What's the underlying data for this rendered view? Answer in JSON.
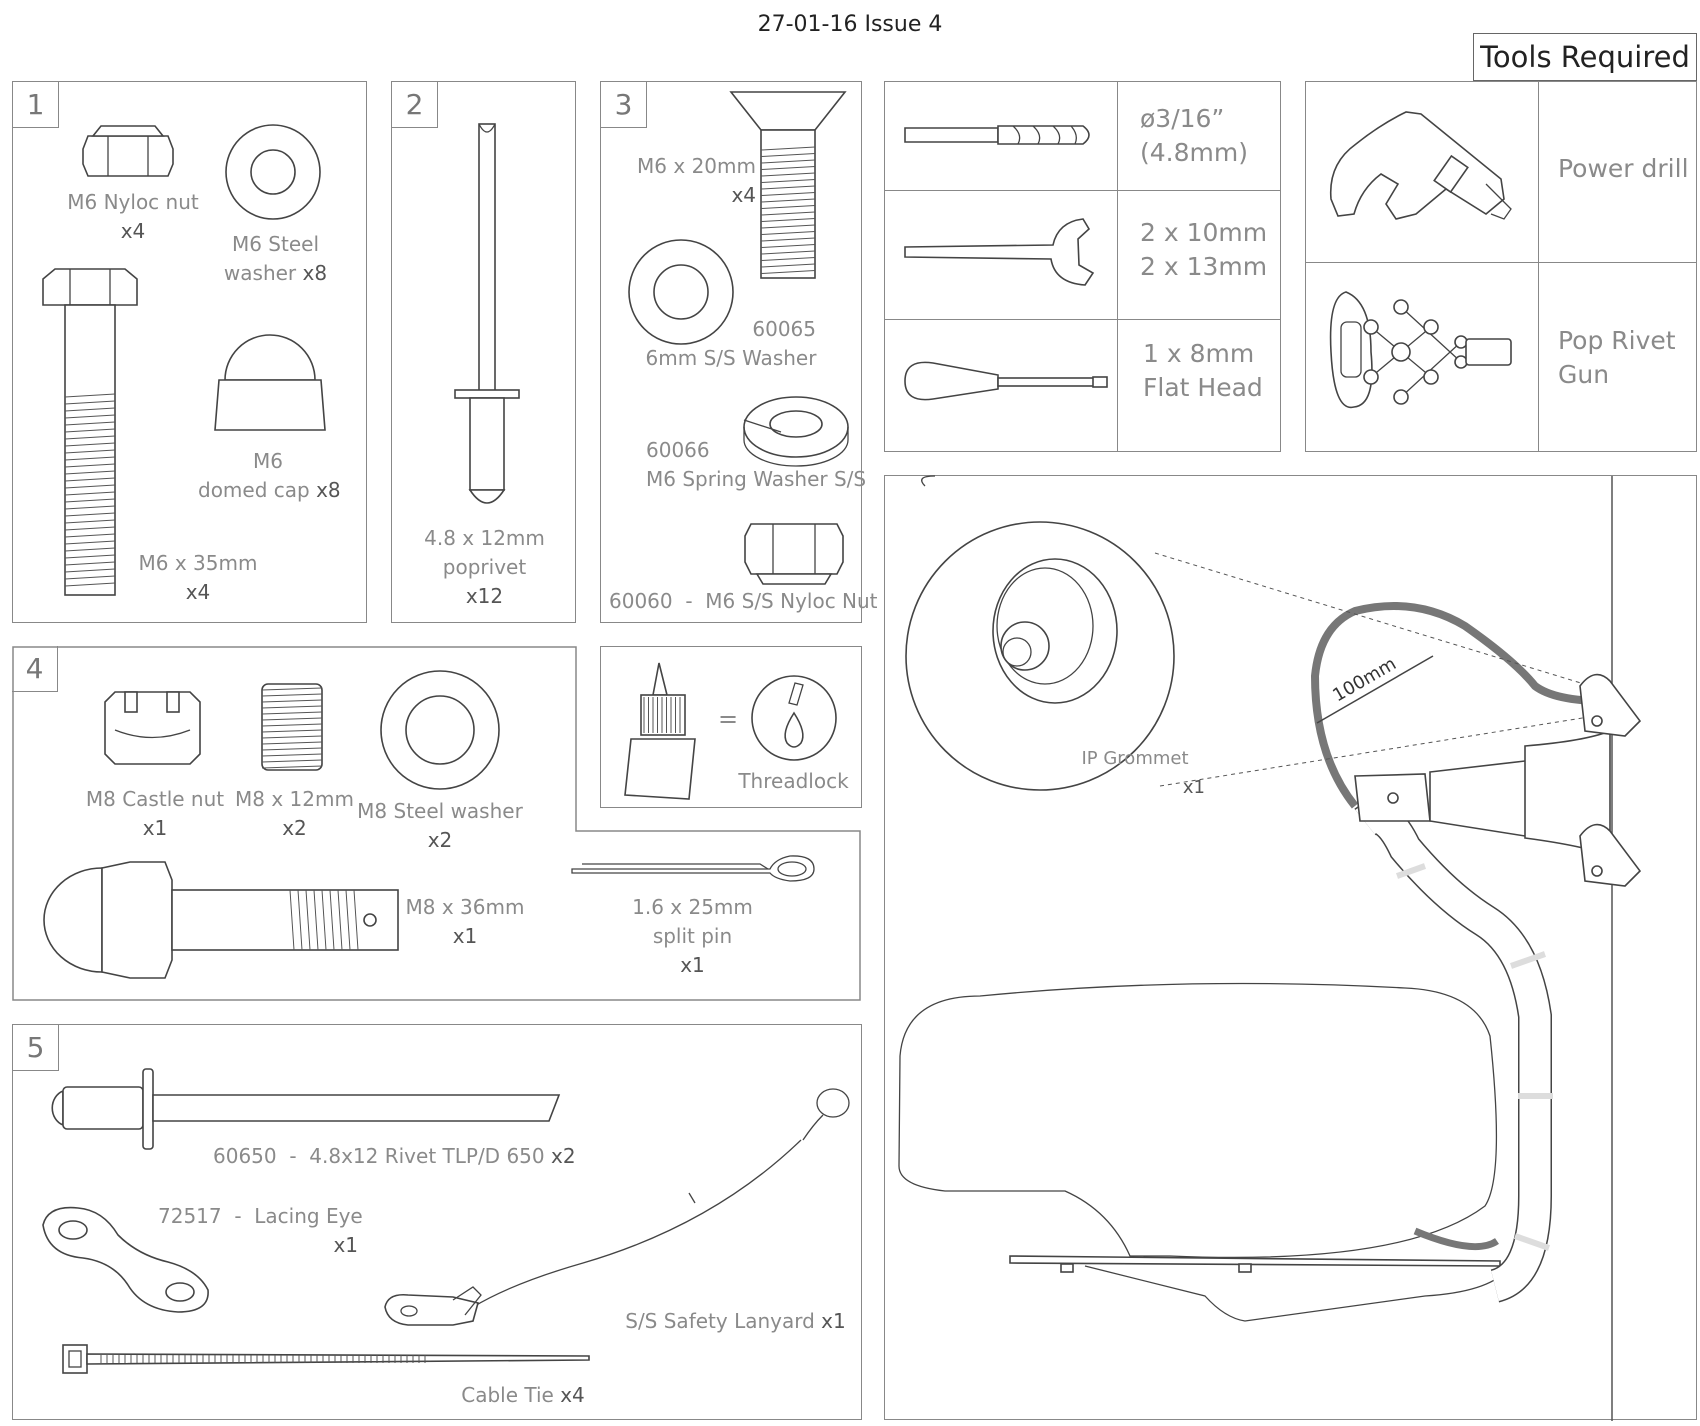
{
  "header": {
    "issue": "27-01-16 Issue 4"
  },
  "tools": {
    "title": "Tools Required",
    "items": [
      {
        "icon": "drill-bit-icon",
        "line1": "ø3/16”",
        "line2": "(4.8mm)"
      },
      {
        "icon": "spanner-icon",
        "line1": "2 x 10mm",
        "line2": "2 x 13mm"
      },
      {
        "icon": "screwdriver-icon",
        "line1": "1 x 8mm",
        "line2": "Flat Head"
      },
      {
        "icon": "power-drill-icon",
        "line1": "Power drill",
        "line2": ""
      },
      {
        "icon": "pop-rivet-gun-icon",
        "line1": "Pop Rivet",
        "line2": "Gun"
      }
    ]
  },
  "kits": {
    "k1": {
      "number": "1",
      "nyloc": {
        "name": "M6 Nyloc nut",
        "qty": "x4"
      },
      "washer": {
        "name1": "M6 Steel",
        "name2": "washer",
        "qty": "x8"
      },
      "domed": {
        "name1": "M6",
        "name2": "domed cap",
        "qty": "x8"
      },
      "bolt": {
        "name": "M6 x 35mm",
        "qty": "x4"
      }
    },
    "k2": {
      "number": "2",
      "poprivet": {
        "name1": "4.8 x 12mm",
        "name2": "poprivet",
        "qty": "x12"
      }
    },
    "k3": {
      "number": "3",
      "screw": {
        "name": "M6 x 20mm",
        "qty": "x4"
      },
      "washer": {
        "code": "60065",
        "name": "6mm S/S Washer"
      },
      "spring": {
        "code": "60066",
        "name": "M6 Spring Washer S/S"
      },
      "nyloc": {
        "code": "60060",
        "sep": "-",
        "name": "M6 S/S Nyloc Nut"
      }
    },
    "threadlock": {
      "eq": "=",
      "name": "Threadlock"
    },
    "k4": {
      "number": "4",
      "castle": {
        "name": "M8 Castle nut",
        "qty": "x1"
      },
      "grub": {
        "name": "M8 x 12mm",
        "qty": "x2"
      },
      "washer": {
        "name": "M8 Steel washer",
        "qty": "x2"
      },
      "bolt": {
        "name": "M8 x 36mm",
        "qty": "x1"
      },
      "pin": {
        "name1": "1.6 x 25mm",
        "name2": "split pin",
        "qty": "x1"
      }
    },
    "k5": {
      "number": "5",
      "rivet": {
        "code": "60650",
        "sep": "-",
        "name": "4.8x12 Rivet TLP/D 650",
        "qty": "x2"
      },
      "eye": {
        "code": "72517",
        "sep": "-",
        "name": "Lacing Eye",
        "qty": "x1"
      },
      "lanyard": {
        "name": "S/S Safety Lanyard",
        "qty": "x1"
      },
      "tie": {
        "name": "Cable Tie",
        "qty": "x4"
      }
    }
  },
  "assembly": {
    "grommet": {
      "name": "IP Grommet",
      "qty": "x1"
    },
    "distance": "100mm"
  }
}
